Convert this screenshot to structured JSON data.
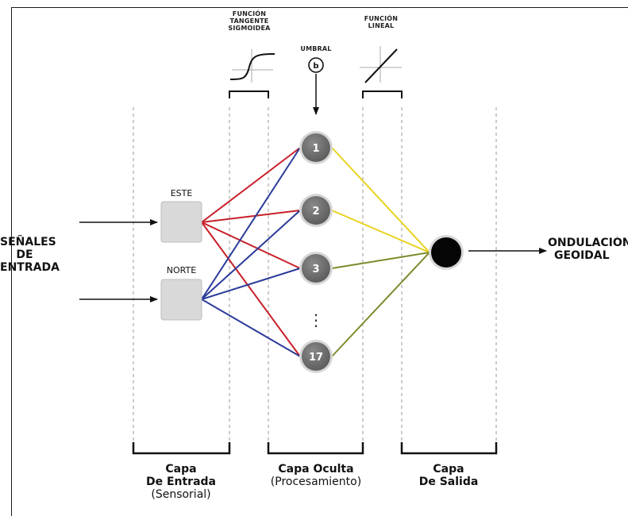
{
  "inputs": {
    "signals_label_lines": [
      "SEÑALES",
      "DE",
      "ENTRADA"
    ],
    "nodes": [
      "ESTE",
      "NORTE"
    ]
  },
  "hidden": {
    "nodes": [
      "1",
      "2",
      "3",
      "17"
    ],
    "ellipsis": "⋮",
    "threshold_label": "UMBRAL",
    "threshold_symbol": "b"
  },
  "output": {
    "label_lines": [
      "ONDULACIÓN",
      "GEOIDAL"
    ]
  },
  "functions": {
    "sigmoid_lines": [
      "FUNCIÓN",
      "TANGENTE",
      "SIGMOIDEA"
    ],
    "linear_lines": [
      "FUNCIÓN",
      "LINEAL"
    ]
  },
  "layers": {
    "input": [
      "Capa",
      "De Entrada",
      "(Sensorial)"
    ],
    "hidden": [
      "Capa Oculta",
      "(Procesamiento)"
    ],
    "output": [
      "Capa",
      "De Salida"
    ]
  },
  "colors": {
    "este_links": "#c8202a",
    "norte_links": "#2b3b9a",
    "output_links_top": "#e8d21e",
    "output_links_bottom": "#7a8c2c",
    "hidden_node": "#6e6e6e",
    "input_node": "#d9d9d9",
    "output_node": "#050505"
  }
}
